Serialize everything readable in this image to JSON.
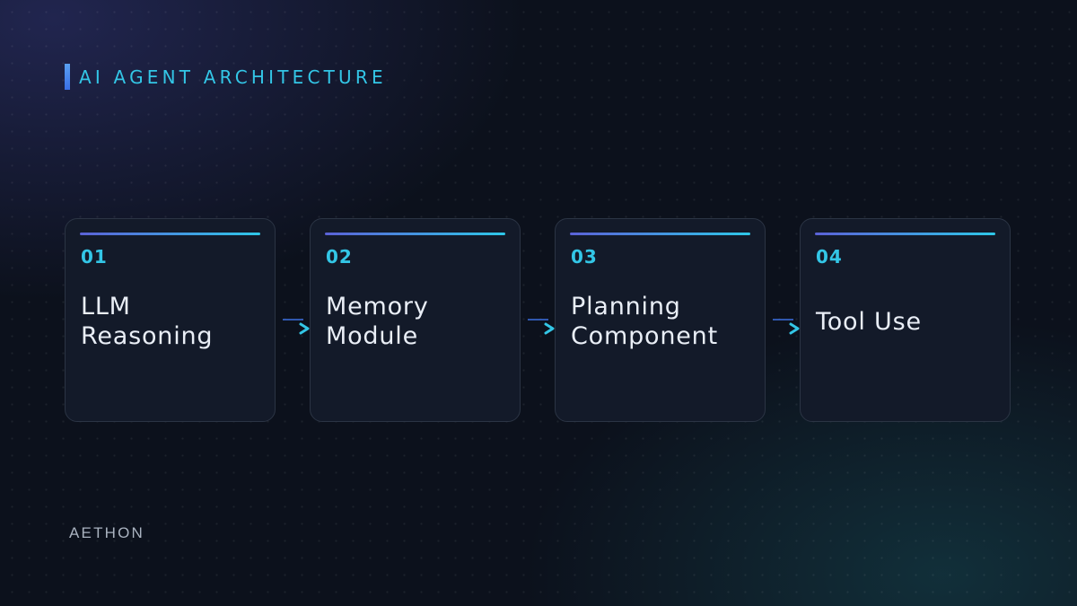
{
  "slide": {
    "section_title": "AI AGENT ARCHITECTURE",
    "brand": "AETHON"
  },
  "steps": [
    {
      "number": "01",
      "label": "LLM Reasoning"
    },
    {
      "number": "02",
      "label": "Memory Module"
    },
    {
      "number": "03",
      "label": "Planning Component"
    },
    {
      "number": "04",
      "label": "Tool Use"
    }
  ],
  "colors": {
    "accent": "#33c6e6",
    "gradient_start": "#5b62d8",
    "card_background": "#131a29",
    "text": "#e9eef6",
    "brand": "#aab3c0"
  }
}
